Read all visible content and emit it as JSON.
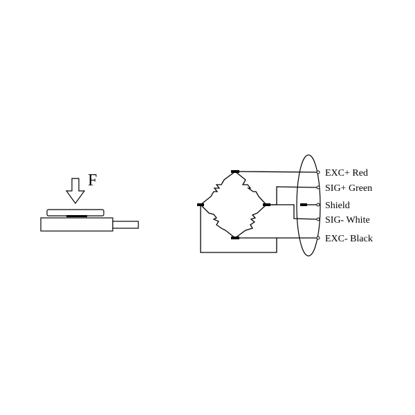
{
  "load_cell": {
    "force_label": "F"
  },
  "wiring": {
    "labels": {
      "exc_pos": "EXC+ Red",
      "sig_pos": "SIG+ Green",
      "shield": "Shield",
      "sig_neg": "SIG- White",
      "exc_neg": "EXC- Black"
    }
  },
  "colors": {
    "line": "#000000",
    "background": "#ffffff"
  }
}
